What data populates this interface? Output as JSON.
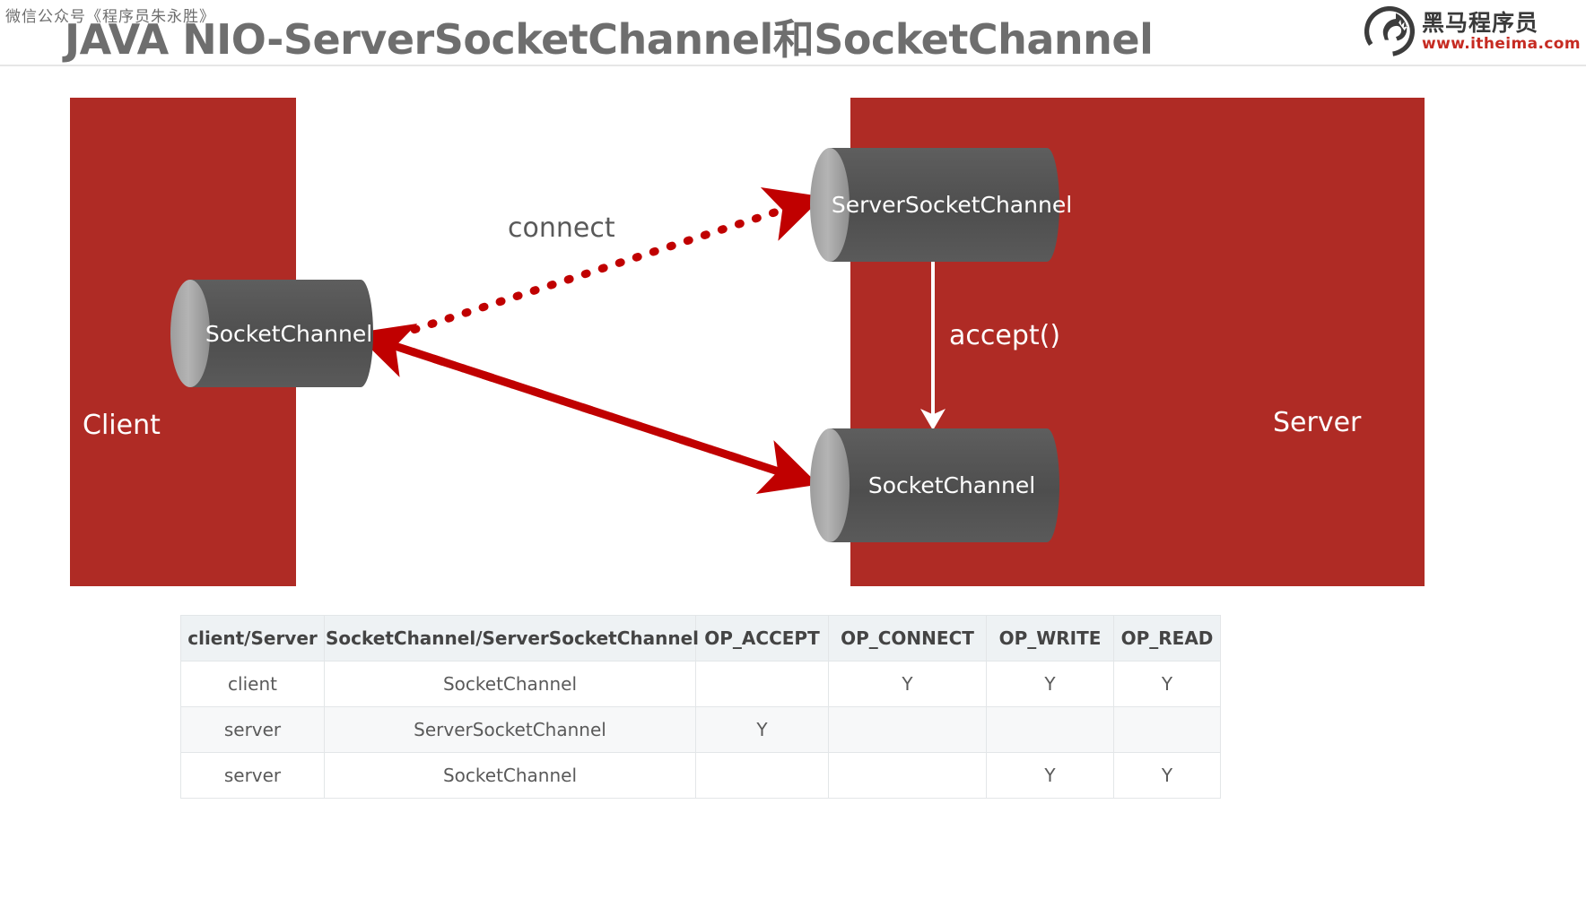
{
  "header": {
    "watermark": "微信公众号《程序员朱永胜》",
    "title": "JAVA NIO-ServerSocketChannel和SocketChannel"
  },
  "logo": {
    "brand_cn": "黑马程序员",
    "url": "www.itheima.com",
    "icon": "horse-logo-icon"
  },
  "diagram": {
    "client_panel_label": "Client",
    "server_panel_label": "Server",
    "client_channel": "SocketChannel",
    "server_socket_channel": "ServerSocketChannel",
    "server_channel": "SocketChannel",
    "connect_label": "connect",
    "accept_label": "accept()",
    "colors": {
      "panel_red": "#AF2B25",
      "cylinder_gray": "#555555",
      "cylinder_cap": "#A9A9A9",
      "arrow_red": "#C00000",
      "accept_arrow": "#FFFFFF",
      "title_gray": "#6E6E6E"
    }
  },
  "table": {
    "headers": [
      "client/Server",
      "SocketChannel/ServerSocketChannel",
      "OP_ACCEPT",
      "OP_CONNECT",
      "OP_WRITE",
      "OP_READ"
    ],
    "rows": [
      {
        "role": "client",
        "channel": "SocketChannel",
        "op_accept": "",
        "op_connect": "Y",
        "op_write": "Y",
        "op_read": "Y"
      },
      {
        "role": "server",
        "channel": "ServerSocketChannel",
        "op_accept": "Y",
        "op_connect": "",
        "op_write": "",
        "op_read": ""
      },
      {
        "role": "server",
        "channel": "SocketChannel",
        "op_accept": "",
        "op_connect": "",
        "op_write": "Y",
        "op_read": "Y"
      }
    ]
  }
}
